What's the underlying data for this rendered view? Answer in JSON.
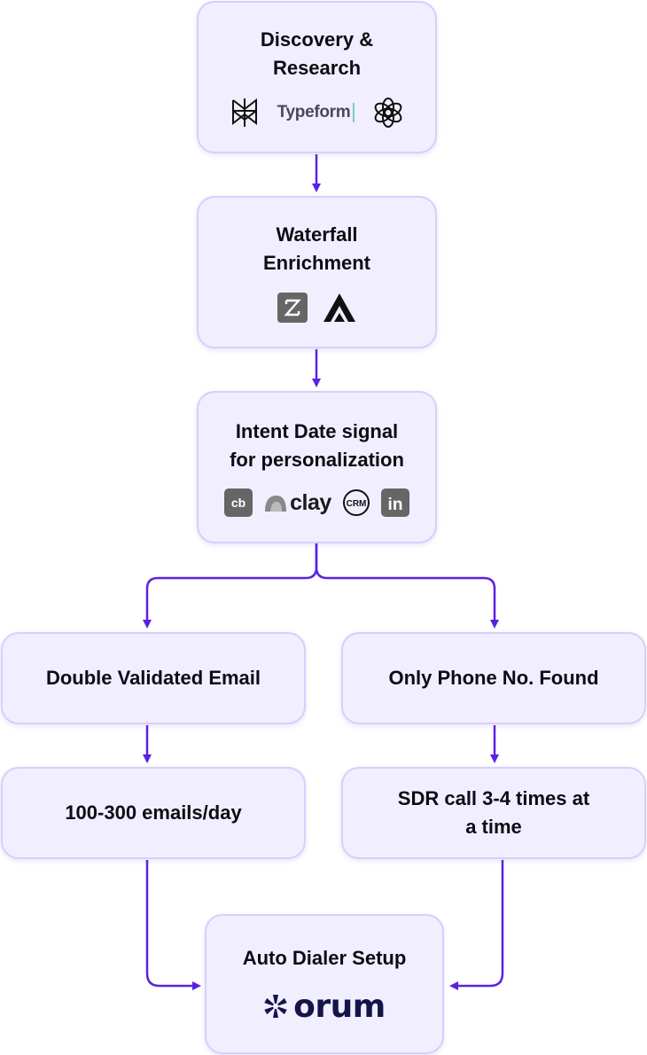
{
  "nodes": {
    "discovery": {
      "title": "Discovery &\nResearch",
      "logos": {
        "typeform": "Typeform"
      }
    },
    "waterfall": {
      "title": "Waterfall\nEnrichment"
    },
    "intent": {
      "title": "Intent Date signal\nfor personalization",
      "logos": {
        "cb": "cb",
        "clay": "clay",
        "crm": "CRM",
        "linkedin": "in"
      }
    },
    "email": {
      "title": "Double Validated Email"
    },
    "phone": {
      "title": "Only Phone No. Found"
    },
    "emails_day": {
      "title": "100-300 emails/day"
    },
    "sdr": {
      "title": "SDR call 3-4 times at\na time"
    },
    "dialer": {
      "title": "Auto Dialer Setup",
      "logos": {
        "orum": "orum"
      }
    }
  },
  "colors": {
    "arrow": "#5b21e0",
    "node_bg": "#f1efff",
    "node_border": "#d6cffb"
  }
}
